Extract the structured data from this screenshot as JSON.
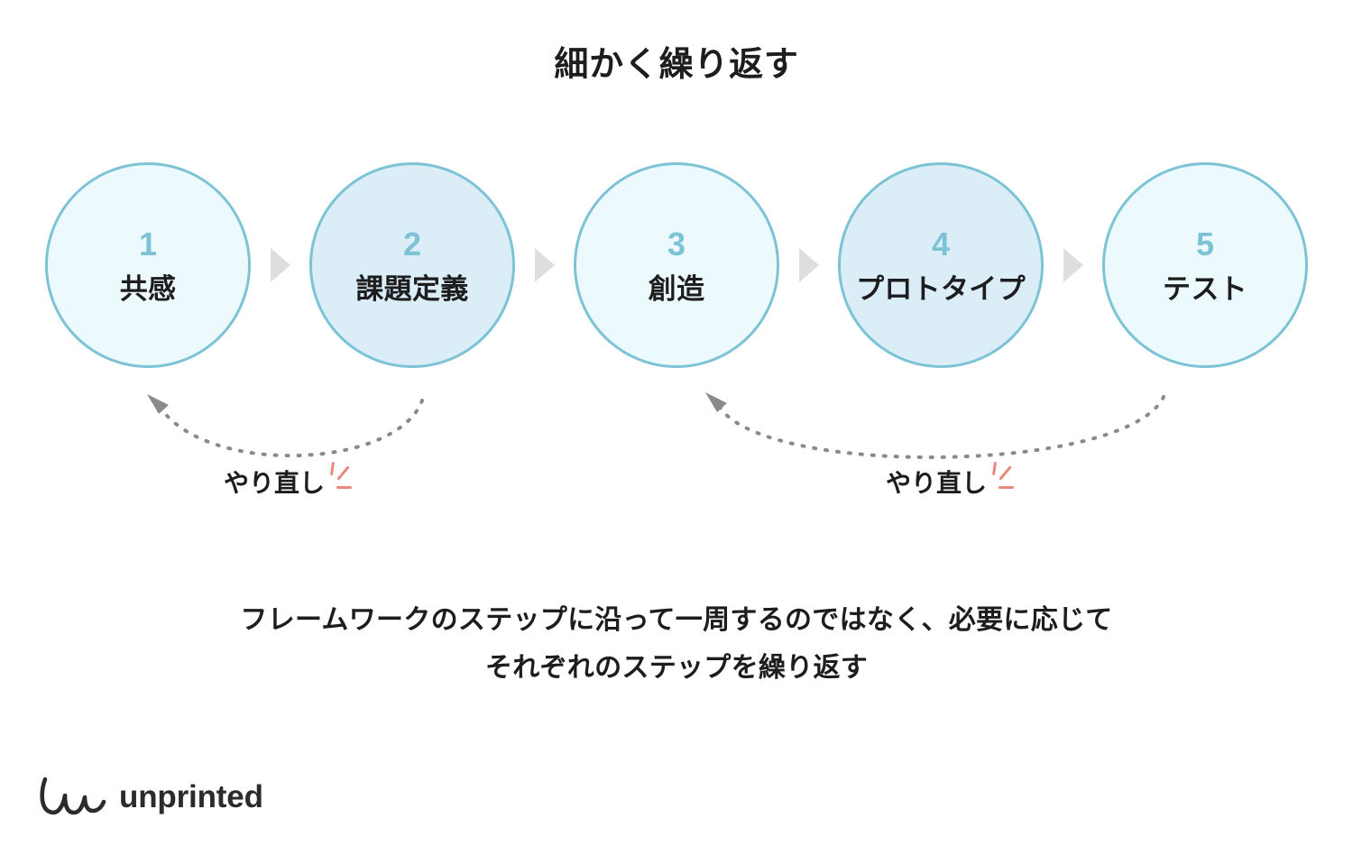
{
  "title": "細かく繰り返す",
  "colors": {
    "background": "#ffffff",
    "circle_border": "#7cc3d6",
    "circle_fill_light": "#edfafd",
    "circle_fill_dark": "#dbedf6",
    "number": "#7cc3d6",
    "label_text": "#1d1d1f",
    "separator_arrow": "#dededf",
    "loop_arrow": "#8a8a8a",
    "spark": "#e8897f"
  },
  "steps": [
    {
      "number": "1",
      "label": "共感",
      "tint": "light"
    },
    {
      "number": "2",
      "label": "課題定義",
      "tint": "dark"
    },
    {
      "number": "3",
      "label": "創造",
      "tint": "light"
    },
    {
      "number": "4",
      "label": "プロトタイプ",
      "tint": "dark"
    },
    {
      "number": "5",
      "label": "テスト",
      "tint": "light"
    }
  ],
  "loops": [
    {
      "label": "やり直し",
      "from_step": "2",
      "to_step": "1"
    },
    {
      "label": "やり直し",
      "from_step": "5",
      "to_step": "3"
    }
  ],
  "caption": {
    "line1": "フレームワークのステップに沿って一周するのではなく、必要に応じて",
    "line2": "それぞれのステップを繰り返す"
  },
  "logo": {
    "wordmark": "unprinted"
  }
}
